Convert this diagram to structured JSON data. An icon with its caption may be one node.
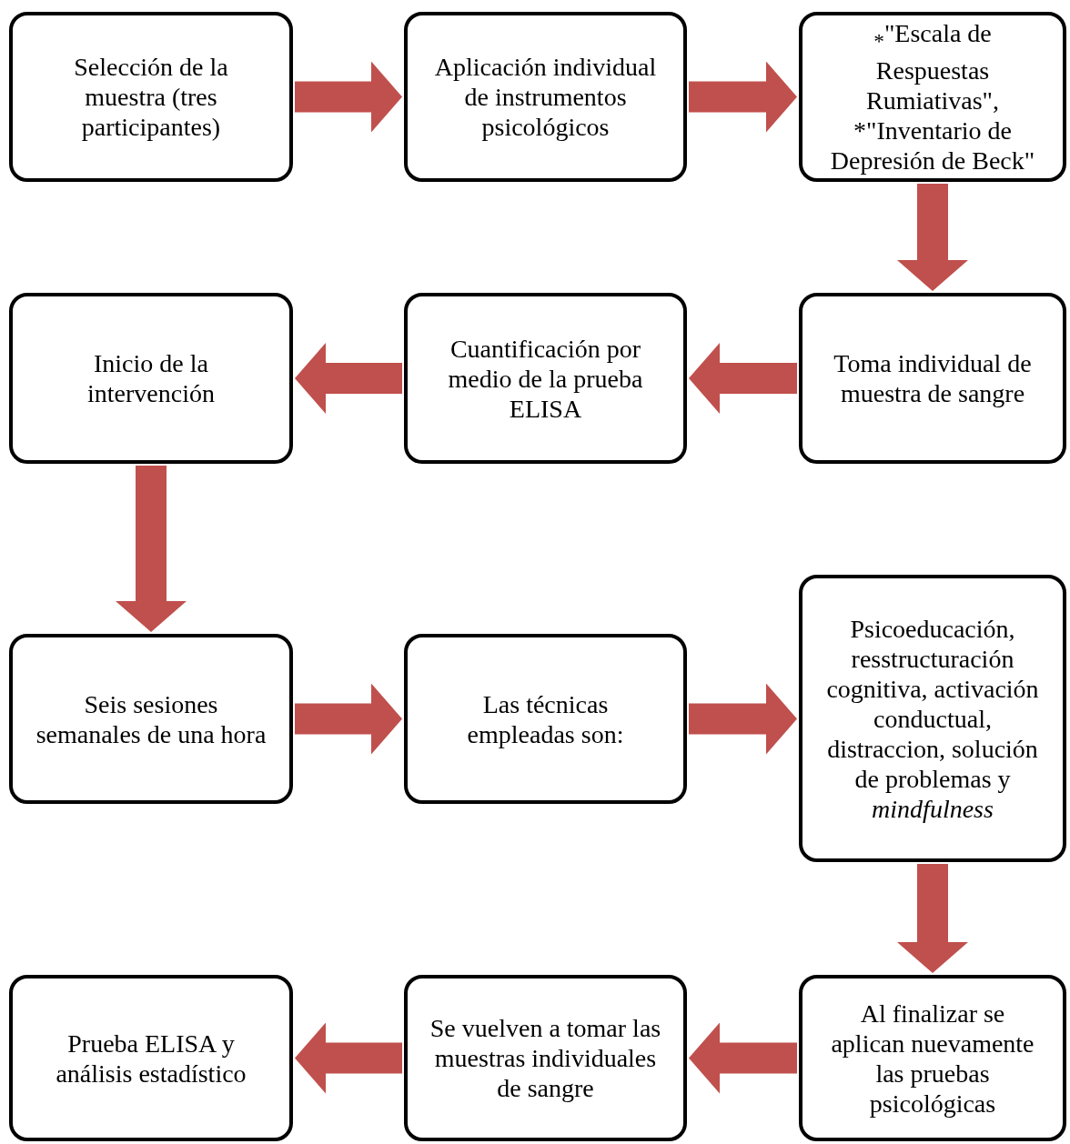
{
  "diagram": {
    "nodes": [
      {
        "text": [
          "Selección de la muestra (tres participantes)"
        ]
      },
      {
        "text": [
          "Aplicación individual de instrumentos psicológicos"
        ]
      },
      {
        "text": [
          "$_{*}$\"Escala de Respuestas Rumiativas\", *\"Inventario de Depresión de Beck\""
        ]
      },
      {
        "text": [
          "Inicio de la intervención"
        ]
      },
      {
        "text": [
          "Cuantificación por medio de la prueba ELISA"
        ]
      },
      {
        "text": [
          "Toma individual de muestra de sangre"
        ]
      },
      {
        "text": [
          "Seis sesiones semanales de una hora"
        ]
      },
      {
        "text": [
          "Las técnicas empleadas son:"
        ]
      },
      {
        "text": [
          "Psicoeducación, resstructuración cognitiva, activación conductual, distraccion, solución de problemas y *mindfulness*"
        ]
      },
      {
        "text": [
          "Prueba ELISA y análisis estadístico"
        ]
      },
      {
        "text": [
          "Se vuelven a tomar las muestras individuales de sangre"
        ]
      },
      {
        "text": [
          "Al finalizar se aplican nuevamente las pruebas psicológicas"
        ]
      }
    ],
    "edges": [
      {
        "from": 0,
        "to": 1,
        "arrow": "to"
      },
      {
        "from": 1,
        "to": 2,
        "arrow": "to"
      },
      {
        "from": 2,
        "to": 5,
        "arrow": "to"
      },
      {
        "from": 5,
        "to": 4,
        "arrow": "to"
      },
      {
        "from": 4,
        "to": 3,
        "arrow": "to"
      },
      {
        "from": 3,
        "to": 6,
        "arrow": "to"
      },
      {
        "from": 6,
        "to": 7,
        "arrow": "to"
      },
      {
        "from": 7,
        "to": 8,
        "arrow": "to"
      },
      {
        "from": 8,
        "to": 11,
        "arrow": "to"
      },
      {
        "from": 11,
        "to": 10,
        "arrow": "to"
      },
      {
        "from": 10,
        "to": 9,
        "arrow": "to"
      }
    ]
  }
}
